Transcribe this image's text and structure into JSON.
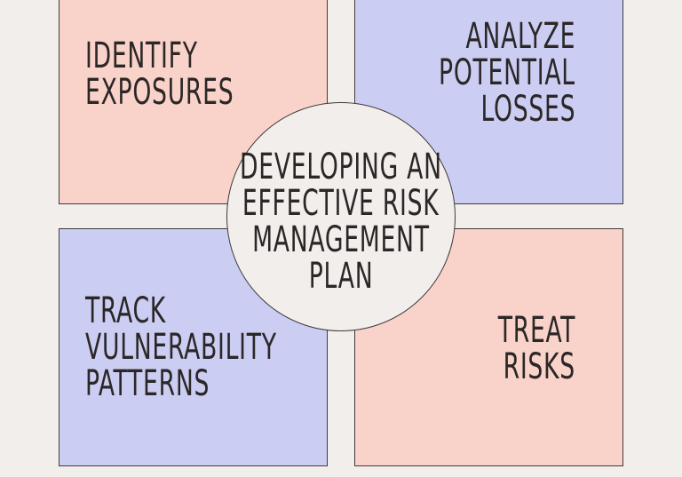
{
  "diagram": {
    "center": {
      "lines": [
        "DEVELOPING AN",
        "EFFECTIVE RISK",
        "MANAGEMENT",
        "PLAN"
      ]
    },
    "quadrants": {
      "top_left": {
        "lines": [
          "IDENTIFY",
          "EXPOSURES"
        ],
        "color": "#f9d2c9"
      },
      "top_right": {
        "lines": [
          "ANALYZE",
          "POTENTIAL",
          "LOSSES"
        ],
        "color": "#cccdf3"
      },
      "bottom_left": {
        "lines": [
          "TRACK",
          "VULNERABILITY",
          "PATTERNS"
        ],
        "color": "#cccdf3"
      },
      "bottom_right": {
        "lines": [
          "TREAT",
          "RISKS"
        ],
        "color": "#f9d2c9"
      }
    },
    "colors": {
      "background": "#f1eeec",
      "text": "#2b2727",
      "border": "#3f3b3b"
    }
  }
}
